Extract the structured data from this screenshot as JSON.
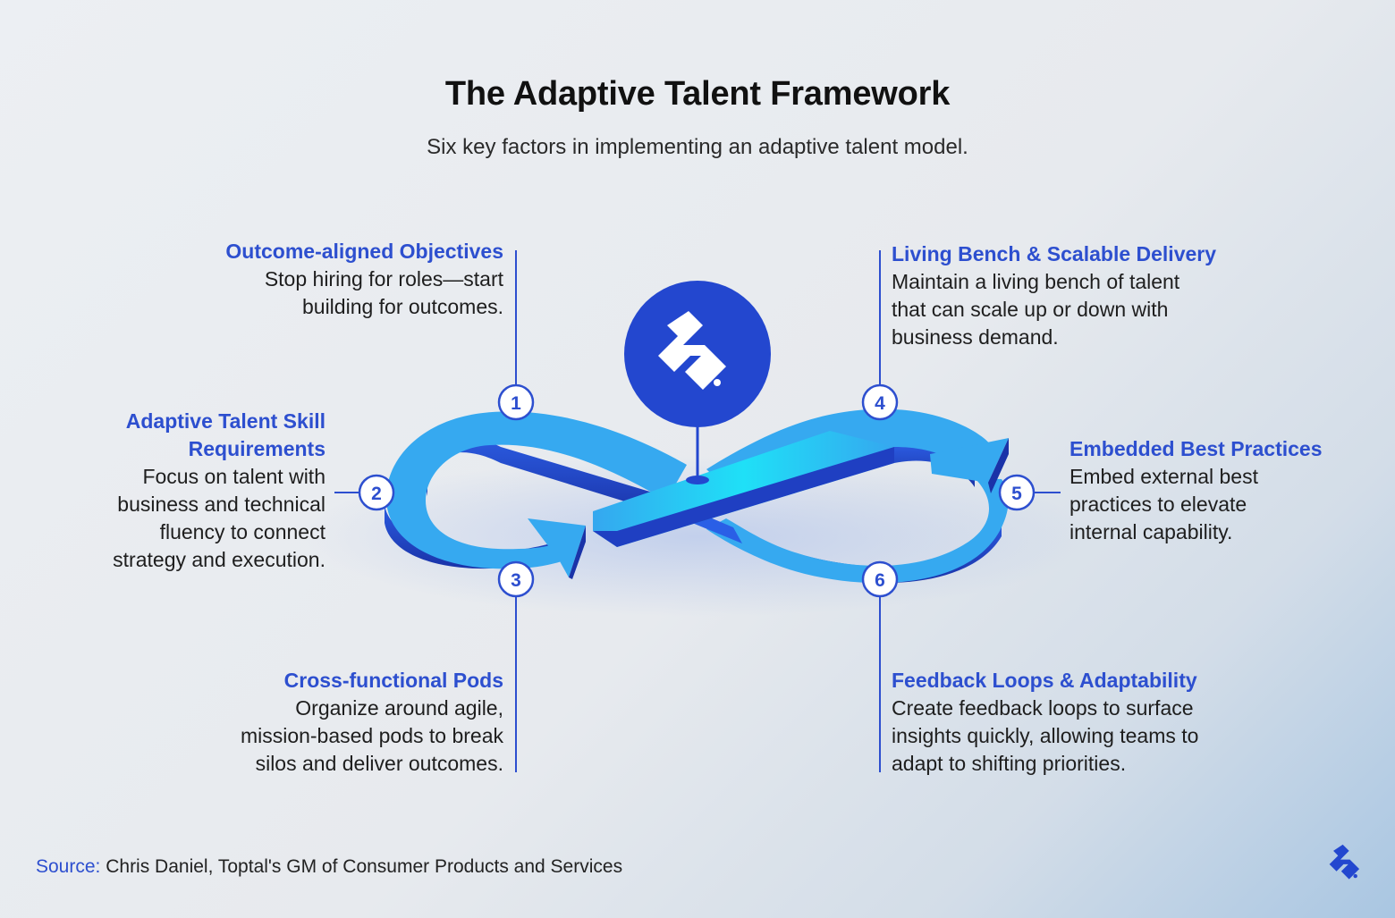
{
  "title": "The Adaptive Talent Framework",
  "subtitle": "Six key factors in implementing an adaptive talent model.",
  "colors": {
    "heading": "#2d4fcf",
    "loop_light": "#36a9f0",
    "loop_dark": "#1f3fc2",
    "center_logo": "#2347cf"
  },
  "center_logo_icon": "toptal-logo-icon",
  "factors": [
    {
      "number": "1",
      "heading": "Outcome-aligned Objectives",
      "lines": [
        "Stop hiring for roles—start",
        "building for outcomes."
      ]
    },
    {
      "number": "2",
      "heading_lines": [
        "Adaptive Talent Skill",
        "Requirements"
      ],
      "lines": [
        "Focus on talent with",
        "business and technical",
        "fluency to connect",
        "strategy and execution."
      ]
    },
    {
      "number": "3",
      "heading": "Cross-functional Pods",
      "lines": [
        "Organize around agile,",
        "mission-based pods to break",
        "silos and deliver outcomes."
      ]
    },
    {
      "number": "4",
      "heading": "Living Bench & Scalable Delivery",
      "lines": [
        "Maintain a living bench of talent",
        "that can scale up or down with",
        "business demand."
      ]
    },
    {
      "number": "5",
      "heading": "Embedded Best Practices",
      "lines": [
        "Embed external best",
        "practices to elevate",
        "internal capability."
      ]
    },
    {
      "number": "6",
      "heading": "Feedback Loops & Adaptability",
      "lines": [
        "Create feedback loops to surface",
        "insights quickly, allowing teams to",
        "adapt to shifting priorities."
      ]
    }
  ],
  "footer": {
    "source_label": "Source:",
    "source_text": "Chris Daniel, Toptal's GM of Consumer Products and Services"
  }
}
